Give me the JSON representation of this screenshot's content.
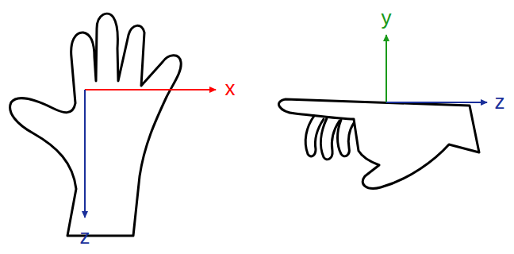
{
  "diagram": {
    "labels": [
      "x",
      "z",
      "y",
      "z"
    ]
  }
}
